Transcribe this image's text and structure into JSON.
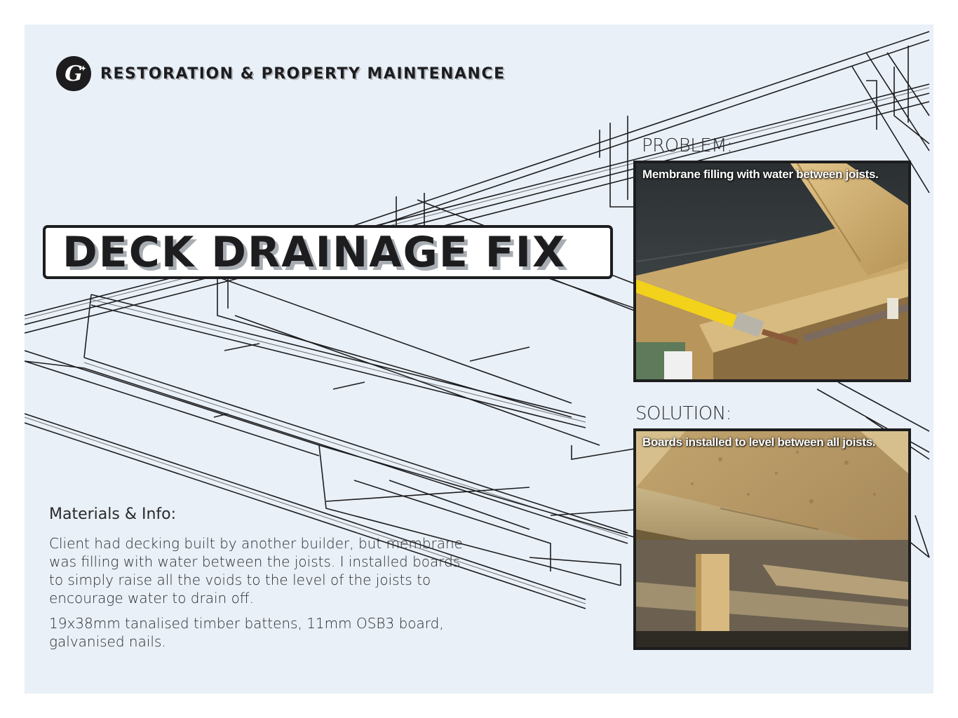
{
  "brand": {
    "logo_letter": "G",
    "logo_spark": "✦",
    "name": "RESTORATION & PROPERTY MAINTENANCE"
  },
  "title": "DECK DRAINAGE FIX",
  "problem": {
    "label": "PROBLEM:",
    "caption": "Membrane filling with water between joists."
  },
  "solution": {
    "label": "SOLUTION:",
    "caption": "Boards installed to level between all joists."
  },
  "info": {
    "heading": "Materials & Info:",
    "description": "Client had decking built by another builder, but membrane was filling with water between the joists. I installed boards to simply raise all the voids to the level of the joists to encourage water to drain off.",
    "materials": "19x38mm tanalised timber battens, 11mm OSB3 board, galvanised nails."
  },
  "colors": {
    "background": "#e9f0f7",
    "ink": "#1d1d1f",
    "title_shadow": "#a8adb4",
    "timber": "#d9b97a",
    "membrane": "#3f4446",
    "gas_pipe": "#f2d21a"
  },
  "icons": [
    "logo-mark"
  ]
}
